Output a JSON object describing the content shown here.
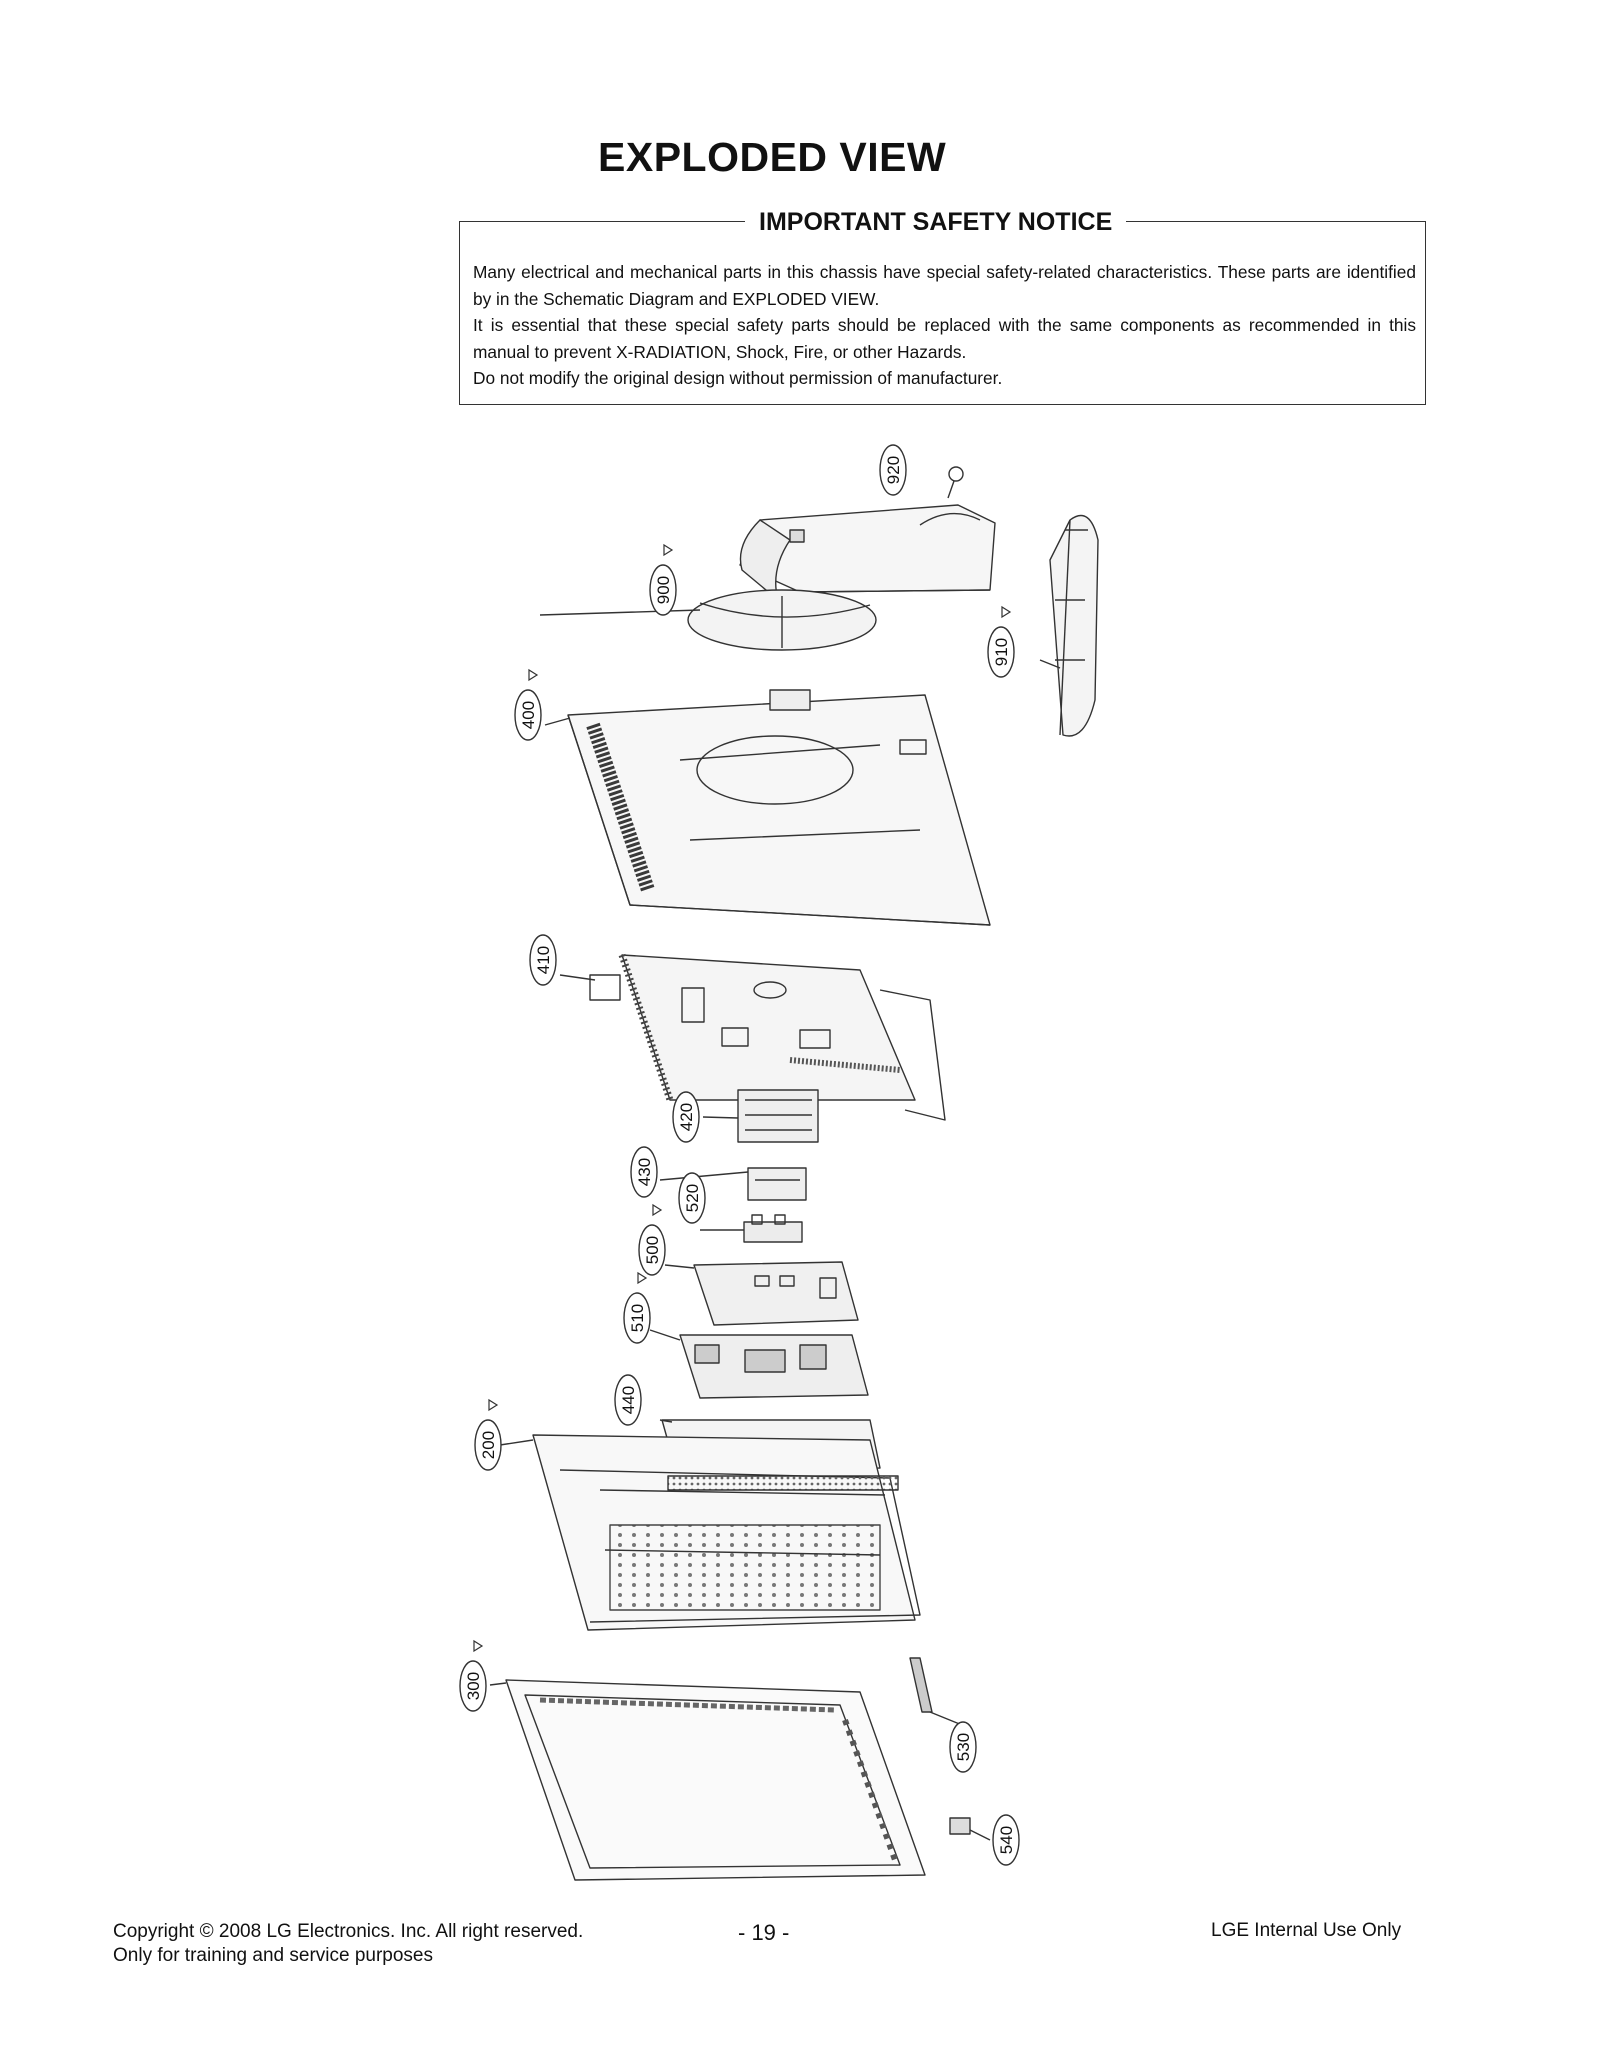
{
  "page": {
    "title": "EXPLODED VIEW"
  },
  "notice": {
    "heading": "IMPORTANT SAFETY NOTICE",
    "lines": [
      "Many electrical and mechanical parts in this chassis have special safety-related characteristics. These parts are identified by in the Schematic Diagram and EXPLODED VIEW.",
      "It is essential that these special safety parts should be replaced with the same components as recommended in this manual to prevent X-RADIATION, Shock, Fire, or other Hazards.",
      "Do not modify the original design without permission of manufacturer."
    ]
  },
  "diagram": {
    "safety_symbol": "warning-triangle-icon",
    "callouts": {
      "c920": "920",
      "c900": "900",
      "c910": "910",
      "c400": "400",
      "c410": "410",
      "c420": "420",
      "c430": "430",
      "c520": "520",
      "c500": "500",
      "c510": "510",
      "c440": "440",
      "c200": "200",
      "c300": "300",
      "c530": "530",
      "c540": "540"
    }
  },
  "footer": {
    "copyright_prefix": "Copyright",
    "copyright_symbol": "©",
    "year": "2008",
    "company": "LG Electronics. Inc. All right reserved.",
    "line2": "Only for training and service purposes",
    "page_number": "- 19 -",
    "internal": "LGE Internal Use Only"
  }
}
